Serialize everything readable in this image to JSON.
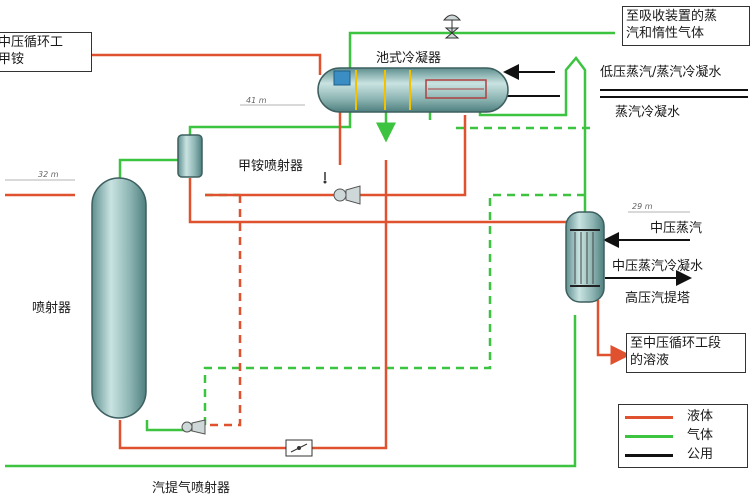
{
  "labels": {
    "top_left_box": [
      "中压循环工",
      "甲铵"
    ],
    "absorber_box": [
      "至吸收装置的蒸",
      "汽和惰性气体"
    ],
    "pool_condenser": "池式冷凝器",
    "lp_steam": "低压蒸汽/蒸汽冷凝水",
    "steam_condensate": "蒸汽冷凝水",
    "carbamate_ejector": "甲铵喷射器",
    "mp_steam": "中压蒸汽",
    "mp_condensate": "中压蒸汽冷凝水",
    "hp_stripper": "高压汽提塔",
    "solution_box": [
      "至中压循环工段",
      "的溶液"
    ],
    "sprayer": "喷射器",
    "stripping_gas_ejector": "汽提气喷射器"
  },
  "dims": {
    "d41": "41 m",
    "d32": "32 m",
    "d29": "29 m"
  },
  "legend": [
    {
      "label": "液体",
      "color": "#e0522f"
    },
    {
      "label": "气体",
      "color": "#3cc440"
    },
    {
      "label": "公用",
      "color": "#111111"
    }
  ],
  "colors": {
    "liquid": "#e0522f",
    "gas": "#3cc440",
    "utility": "#111111",
    "vessel": "#8fb7b7",
    "highlight": "#3a8ec4"
  }
}
